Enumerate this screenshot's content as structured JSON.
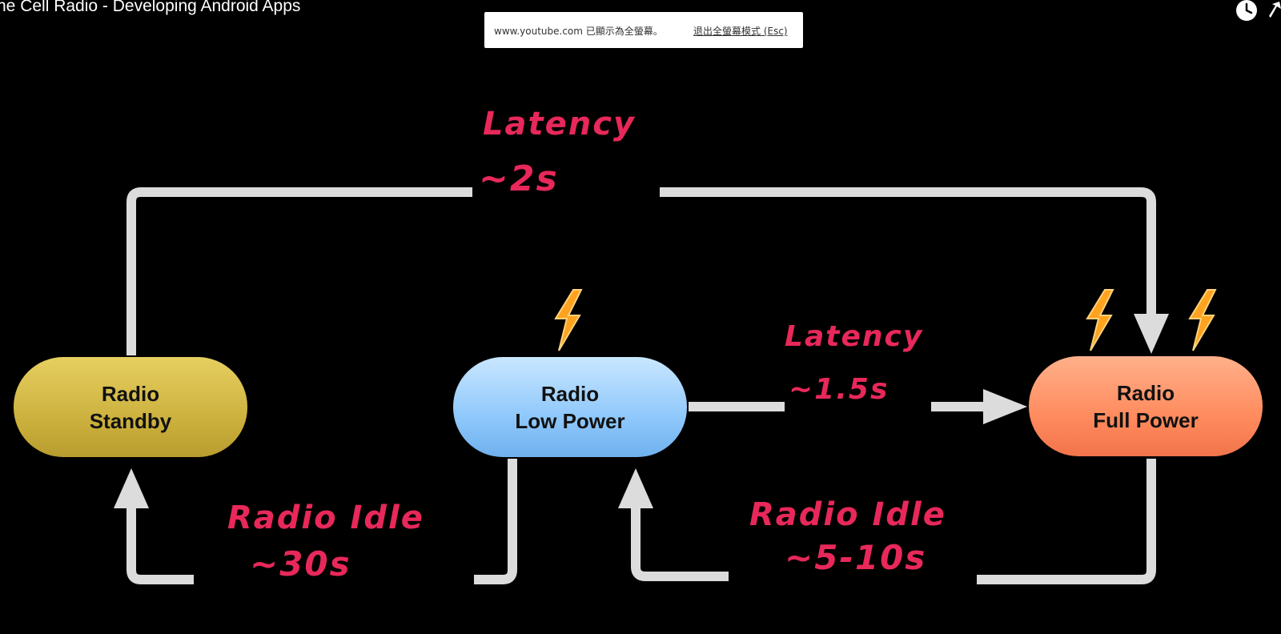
{
  "video": {
    "title": "he Cell Radio - Developing Android Apps"
  },
  "fullscreen_notice": {
    "message": "www.youtube.com 已顯示為全螢幕。",
    "exit_link": "退出全螢幕模式 (Esc)"
  },
  "icons": {
    "watch_later": "clock-icon",
    "share": "share-arrow-icon",
    "power": "lightning-bolt-icon"
  },
  "diagram": {
    "nodes": {
      "standby": {
        "line1": "Radio",
        "line2": "Standby",
        "color": "#d4ba46"
      },
      "low_power": {
        "line1": "Radio",
        "line2": "Low Power",
        "color": "#9fd0fb"
      },
      "full_power": {
        "line1": "Radio",
        "line2": "Full Power",
        "color": "#ff9468"
      }
    },
    "annotations": {
      "top_latency_label": "Latency",
      "top_latency_value": "~2s",
      "mid_latency_label": "Latency",
      "mid_latency_value": "~1.5s",
      "idle_left_label": "Radio Idle",
      "idle_left_value": "~30s",
      "idle_right_label": "Radio Idle",
      "idle_right_value": "~5-10s"
    },
    "colors": {
      "arrow": "#dcdcdc",
      "handwriting": "#e8285a",
      "bolt": "#ffa21f"
    }
  }
}
